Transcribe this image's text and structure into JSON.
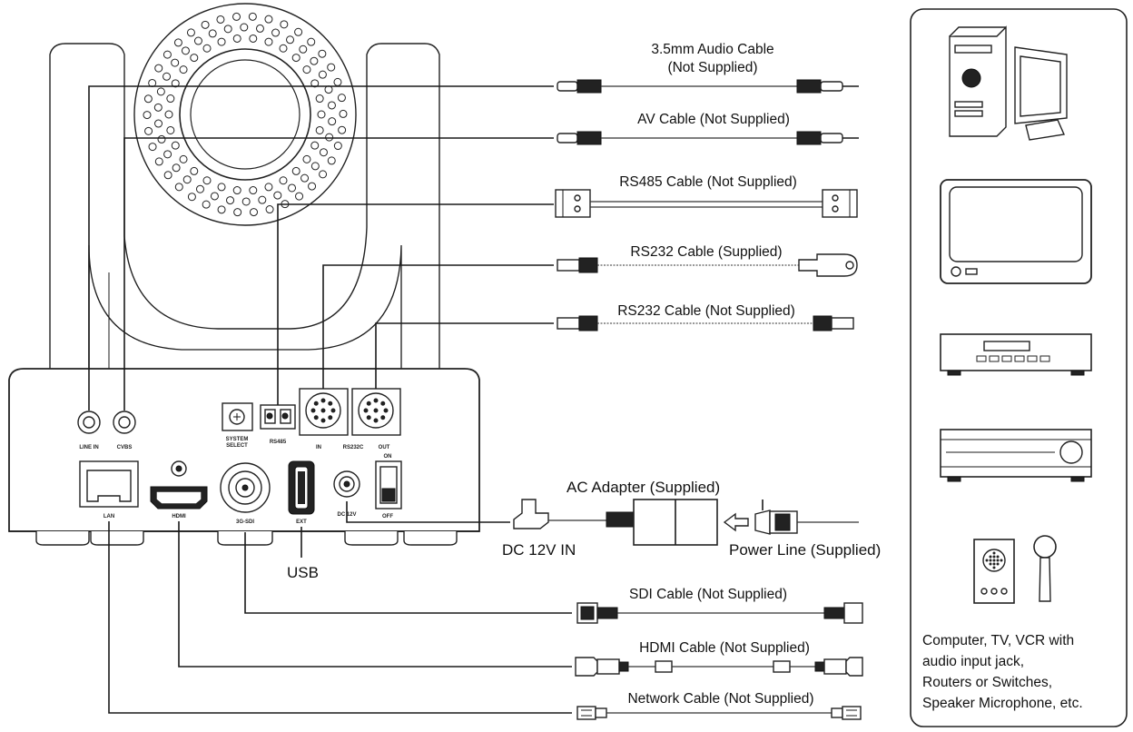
{
  "cables": [
    {
      "id": "audio",
      "label_line1": "3.5mm Audio Cable",
      "label_line2": "(Not Supplied)"
    },
    {
      "id": "av",
      "label": "AV Cable  (Not Supplied)"
    },
    {
      "id": "rs485",
      "label": "RS485 Cable  (Not Supplied)"
    },
    {
      "id": "rs232_in",
      "label": "RS232 Cable  (Supplied)"
    },
    {
      "id": "rs232_out",
      "label": "RS232 Cable  (Not Supplied)"
    },
    {
      "id": "sdi",
      "label": "SDI Cable (Not Supplied)"
    },
    {
      "id": "hdmi",
      "label": "HDMI Cable  (Not Supplied)"
    },
    {
      "id": "network",
      "label": "Network Cable (Not Supplied)"
    }
  ],
  "power": {
    "adapter": "AC Adapter (Supplied)",
    "dc_in": "DC 12V IN",
    "power_line": "Power Line (Supplied)"
  },
  "usb_label": "USB",
  "panel_labels": {
    "line_in": "LINE IN",
    "cvbs": "CVBS",
    "system_select_1": "SYSTEM",
    "system_select_2": "SELECT",
    "rs485_term": "RS485",
    "rs232_in": "IN",
    "rs232c": "RS232C",
    "rs232_out": "OUT",
    "lan": "LAN",
    "hdmi": "HDMI",
    "sdi": "3G-SDI",
    "ext": "EXT",
    "dc12v": "DC 12V",
    "switch_on": "ON",
    "switch_off": "OFF"
  },
  "devices_caption": [
    "Computer, TV, VCR with",
    "audio input jack,",
    "Routers or Switches,",
    "Speaker Microphone, etc."
  ]
}
